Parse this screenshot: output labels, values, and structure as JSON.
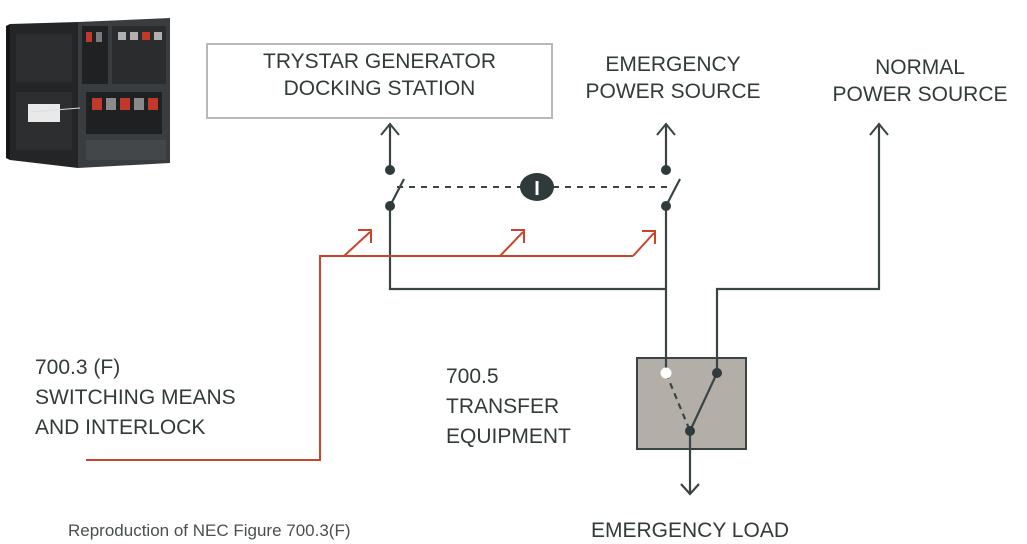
{
  "labels": {
    "docking_station": [
      "TRYSTAR GENERATOR",
      "DOCKING STATION"
    ],
    "emergency_source": [
      "EMERGENCY",
      "POWER SOURCE"
    ],
    "normal_source": [
      "NORMAL",
      "POWER SOURCE"
    ],
    "switching_means": [
      "700.3 (F)",
      "SWITCHING MEANS",
      "AND INTERLOCK"
    ],
    "transfer_equipment": [
      "700.5",
      "TRANSFER",
      "EQUIPMENT"
    ],
    "emergency_load": "EMERGENCY LOAD",
    "caption": "Reproduction of NEC Figure 700.3(F)",
    "interlock_symbol": "I"
  },
  "colors": {
    "wire": "#3a4444",
    "callout": "#c8452a",
    "box_border": "#b9b9b9",
    "transfer_fill": "#b3aea8",
    "cabinet": "#2f3133"
  },
  "icons": {
    "cabinet": "docking-station-cabinet-icon"
  }
}
